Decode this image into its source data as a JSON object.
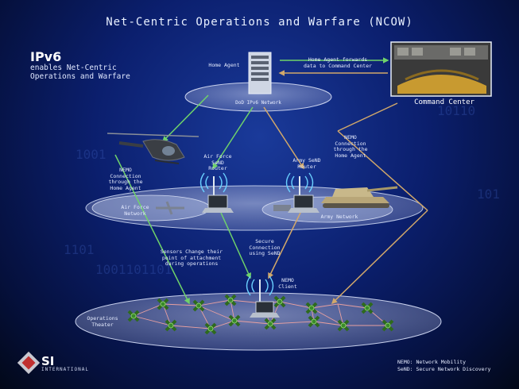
{
  "title": "Net-Centric Operations and Warfare (NCOW)",
  "headline": "IPv6",
  "subheadline": "enables Net-Centric\nOperations and Warfare",
  "nodes": {
    "home_agent": "Home Agent",
    "dod_network": "DoD IPv6 Network",
    "command_center": "Command Center",
    "af_router": "Air Force\nSeND\nRouter",
    "army_router": "Army SeND\nRouter",
    "af_network": "Air Force\nNetwork",
    "army_network": "Army Network",
    "nemo_client": "NEMO\nClient",
    "theater": "Operations\nTheater"
  },
  "annotations": {
    "home_agent_forwards": "Home Agent forwards\ndata to Command Center",
    "nemo_left": "NEMO\nConnection\nthrough the\nHome Agent",
    "nemo_right": "NEMO\nConnection\nthrough the\nHome Agent",
    "secure_connection": "Secure\nConnection\nusing SeND",
    "sensors_change": "Sensors Change their\npoint of attachment\nduring operations"
  },
  "legend": "NEMO: Network Mobility\nSeND: Secure Network Discovery",
  "logo": {
    "name": "SI",
    "tagline": "INTERNATIONAL"
  },
  "colors": {
    "green_link": "#6fd36a",
    "tan_link": "#d2a86a",
    "grid_link": "#e8a0a0",
    "ellipse": "#a8b4d8"
  }
}
